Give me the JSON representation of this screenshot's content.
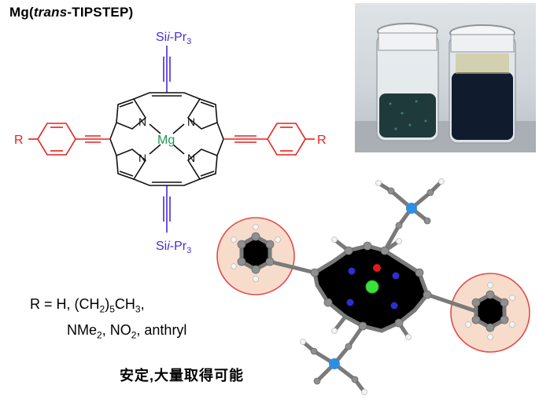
{
  "title": {
    "prefix": "Mg(",
    "italic": "trans",
    "suffix": "-TIPSTEP)"
  },
  "structure": {
    "top_group": "Sii-Pr3",
    "bottom_group": "Sii-Pr3",
    "si_label": "Si",
    "ipr_label": "i",
    "pr_label": "-Pr",
    "pr_subscript": "3",
    "metal": "Mg",
    "nitrogen": "N",
    "left_substituent": "R",
    "right_substituent": "R",
    "colors": {
      "silyl": "#4b2bd6",
      "aryl": "#e8211b",
      "metal": "#1f9a55",
      "core": "#111111"
    }
  },
  "photo": {
    "subject": "two glass vials with dark crystalline powder"
  },
  "r_definition": {
    "line1_prefix": "R = H, (CH",
    "line1_sub1": "2",
    "line1_mid": ")",
    "line1_sub2": "5",
    "line1_suffix": "CH",
    "line1_sub3": "3",
    "line1_end": ",",
    "line2_a": "NMe",
    "line2_sub1": "2",
    "line2_b": ", NO",
    "line2_sub2": "2",
    "line2_c": ", anthryl"
  },
  "note": "安定,大量取得可能",
  "model_colors": {
    "carbon": "#8f8f8f",
    "hydrogen": "#f4f4f4",
    "nitrogen": "#2e2ed0",
    "silicon": "#2e8fe0",
    "metal": "#3ae03a",
    "oxygen": "#e01b1b",
    "highlight_fill": "#f7dccb",
    "highlight_stroke": "#e24a4a"
  }
}
